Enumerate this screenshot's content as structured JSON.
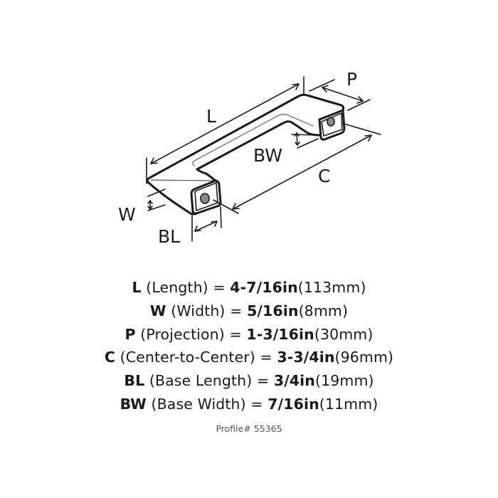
{
  "diagram": {
    "subject": "cabinet-pull-handle",
    "labels": {
      "L": "L",
      "P": "P",
      "BW": "BW",
      "C": "C",
      "W": "W",
      "BL": "BL"
    },
    "colors": {
      "line": "#1a1a1a",
      "background": "#ffffff",
      "hole": "#8a8a8a"
    }
  },
  "specs": [
    {
      "code": "L",
      "name": "(Length)",
      "eq": "=",
      "imperial": "4-7/16in",
      "metric": "(113mm)"
    },
    {
      "code": "W",
      "name": "(Width)",
      "eq": "=",
      "imperial": "5/16in",
      "metric": "(8mm)"
    },
    {
      "code": "P",
      "name": "(Projection)",
      "eq": "=",
      "imperial": "1-3/16in",
      "metric": "(30mm)"
    },
    {
      "code": "C",
      "name": "(Center-to-Center)",
      "eq": "=",
      "imperial": "3-3/4in",
      "metric": "(96mm)"
    },
    {
      "code": "BL",
      "name": "(Base Length)",
      "eq": "=",
      "imperial": "3/4in",
      "metric": "(19mm)"
    },
    {
      "code": "BW",
      "name": "(Base Width)",
      "eq": "=",
      "imperial": "7/16in",
      "metric": "(11mm)"
    }
  ],
  "footer": {
    "profile": "Profile# 55365"
  }
}
